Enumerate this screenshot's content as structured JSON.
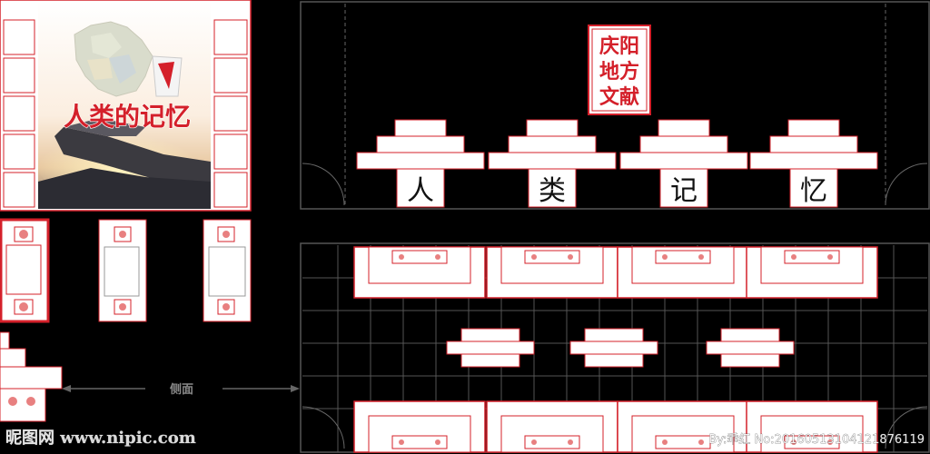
{
  "poster": {
    "title": "人类的记忆"
  },
  "front_view": {
    "sign_lines": [
      "庆阳",
      "地方",
      "文献"
    ],
    "pedestal_chars": [
      "人",
      "类",
      "记",
      "忆"
    ]
  },
  "side_label": "侧面",
  "watermark": {
    "site": "昵图网 www.nipic.com",
    "info": "By:乖红 No:20160513104121876119"
  },
  "colors": {
    "background": "#000000",
    "panel": "#ffffff",
    "accent": "#d4202a",
    "line": "#5a5a5a"
  }
}
